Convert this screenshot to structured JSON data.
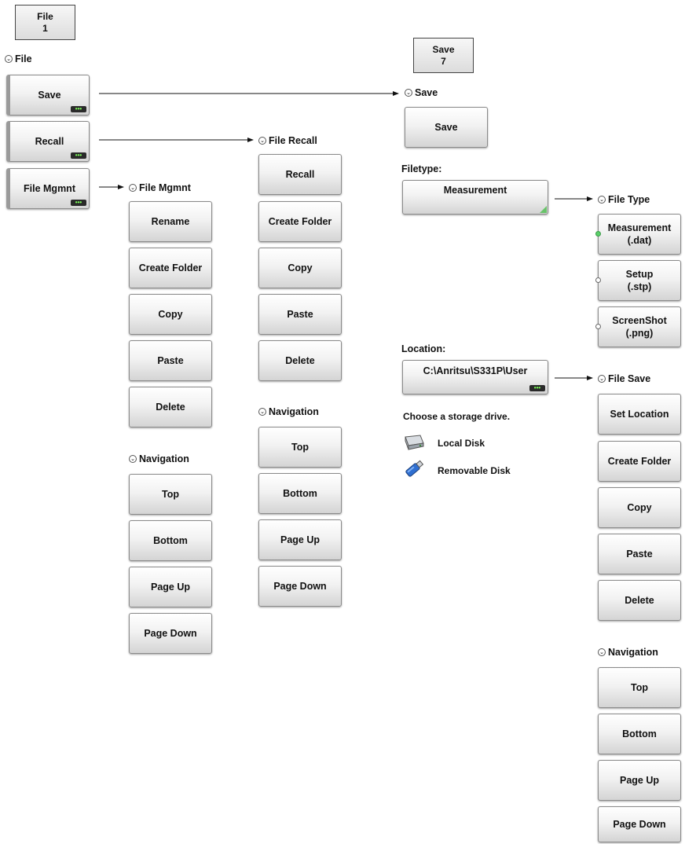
{
  "keys": {
    "file": {
      "name": "File",
      "number": "1"
    },
    "save": {
      "name": "Save",
      "number": "7"
    }
  },
  "file_menu": {
    "header": "File",
    "buttons": [
      "Save",
      "Recall",
      "File Mgmnt"
    ]
  },
  "file_mgmnt_menu": {
    "header": "File Mgmnt",
    "buttons": [
      "Rename",
      "Create Folder",
      "Copy",
      "Paste",
      "Delete"
    ],
    "nav_header": "Navigation",
    "nav_buttons": [
      "Top",
      "Bottom",
      "Page Up",
      "Page Down"
    ]
  },
  "file_recall_menu": {
    "header": "File Recall",
    "buttons": [
      "Recall",
      "Create Folder",
      "Copy",
      "Paste",
      "Delete"
    ],
    "nav_header": "Navigation",
    "nav_buttons": [
      "Top",
      "Bottom",
      "Page Up",
      "Page Down"
    ]
  },
  "save_menu": {
    "header": "Save",
    "button": "Save",
    "filetype_label": "Filetype:",
    "filetype_value": "Measurement",
    "location_label": "Location:",
    "location_value": "C:\\Anritsu\\S331P\\User",
    "drive_prompt": "Choose a storage drive.",
    "drives": [
      "Local Disk",
      "Removable Disk"
    ]
  },
  "file_type_menu": {
    "header": "File Type",
    "options": [
      {
        "line1": "Measurement",
        "line2": "(.dat)",
        "selected": true
      },
      {
        "line1": "Setup",
        "line2": "(.stp)",
        "selected": false
      },
      {
        "line1": "ScreenShot",
        "line2": "(.png)",
        "selected": false
      }
    ]
  },
  "file_save_menu": {
    "header": "File Save",
    "buttons": [
      "Set Location",
      "Create Folder",
      "Copy",
      "Paste",
      "Delete"
    ],
    "nav_header": "Navigation",
    "nav_buttons": [
      "Top",
      "Bottom",
      "Page Up",
      "Page Down"
    ]
  },
  "icons": {
    "chevron": "chevron-down-icon",
    "more": "more-dots-icon",
    "local_disk": "hard-drive-icon",
    "removable_disk": "usb-drive-icon"
  },
  "colors": {
    "dots_green": "#7dff5a",
    "selected_green": "#5bd06a"
  }
}
